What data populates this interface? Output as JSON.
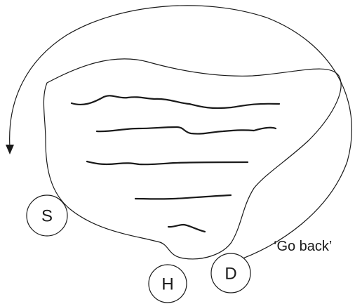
{
  "diagram": {
    "nodes": {
      "s": {
        "label": "S"
      },
      "h": {
        "label": "H"
      },
      "d": {
        "label": "D"
      }
    },
    "annotation": {
      "text": "‘Go back’"
    },
    "colors": {
      "stroke": "#1a1a1a",
      "background": "#ffffff"
    }
  }
}
